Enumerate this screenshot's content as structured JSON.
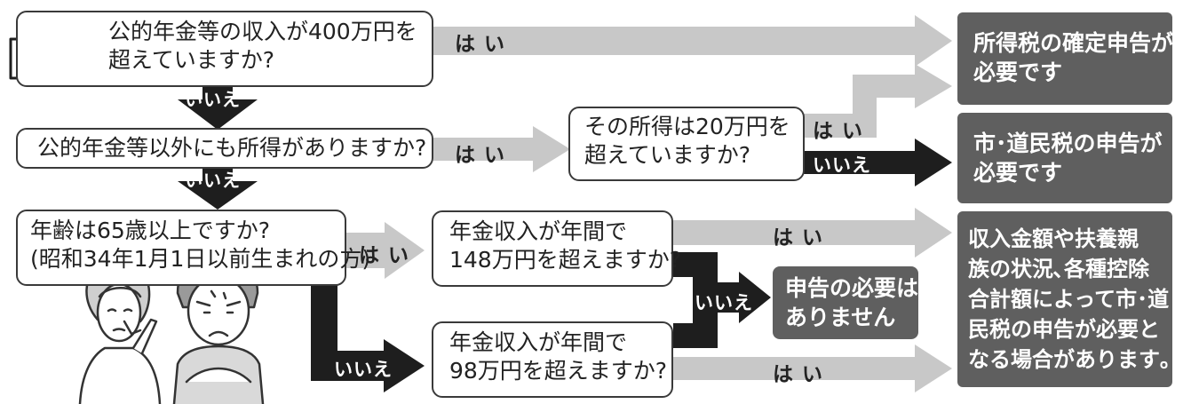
{
  "colors": {
    "gray_arrow": "#c8c8c8",
    "black_arrow": "#1e1e1e",
    "result_box": "#5f5f5f",
    "box_border": "#3a3a3a"
  },
  "icons": [
    "pointing-hand-icon",
    "worried-elderly-couple-illustration"
  ],
  "questions": {
    "q1": {
      "line1": "公的年金等の収入が400万円を",
      "line2": "超えていますか?"
    },
    "q2": {
      "text": "公的年金等以外にも所得がありますか?"
    },
    "q3": {
      "line1": "その所得は20万円を",
      "line2": "超えていますか?"
    },
    "q4": {
      "line1": "年齢は65歳以上ですか?",
      "line2": "(昭和34年1月1日以前生まれの方)"
    },
    "q5": {
      "line1": "年金収入が年間で",
      "line2": "148万円を超えますか?"
    },
    "q6": {
      "line1": "年金収入が年間で",
      "line2": "98万円を超えますか?"
    }
  },
  "results": {
    "r1": {
      "line1": "所得税の確定申告が",
      "line2": "必要です"
    },
    "r2": {
      "line1": "市･道民税の申告が",
      "line2": "必要です"
    },
    "r3": {
      "line1": "申告の必要は",
      "line2": "ありません"
    },
    "r4": {
      "line1": "収入金額や扶養親",
      "line2": "族の状況､各種控除",
      "line3": "合計額によって市･道",
      "line4": "民税の申告が必要と",
      "line5": "なる場合があります｡"
    }
  },
  "labels": {
    "yes": "は い",
    "no": "いいえ"
  }
}
